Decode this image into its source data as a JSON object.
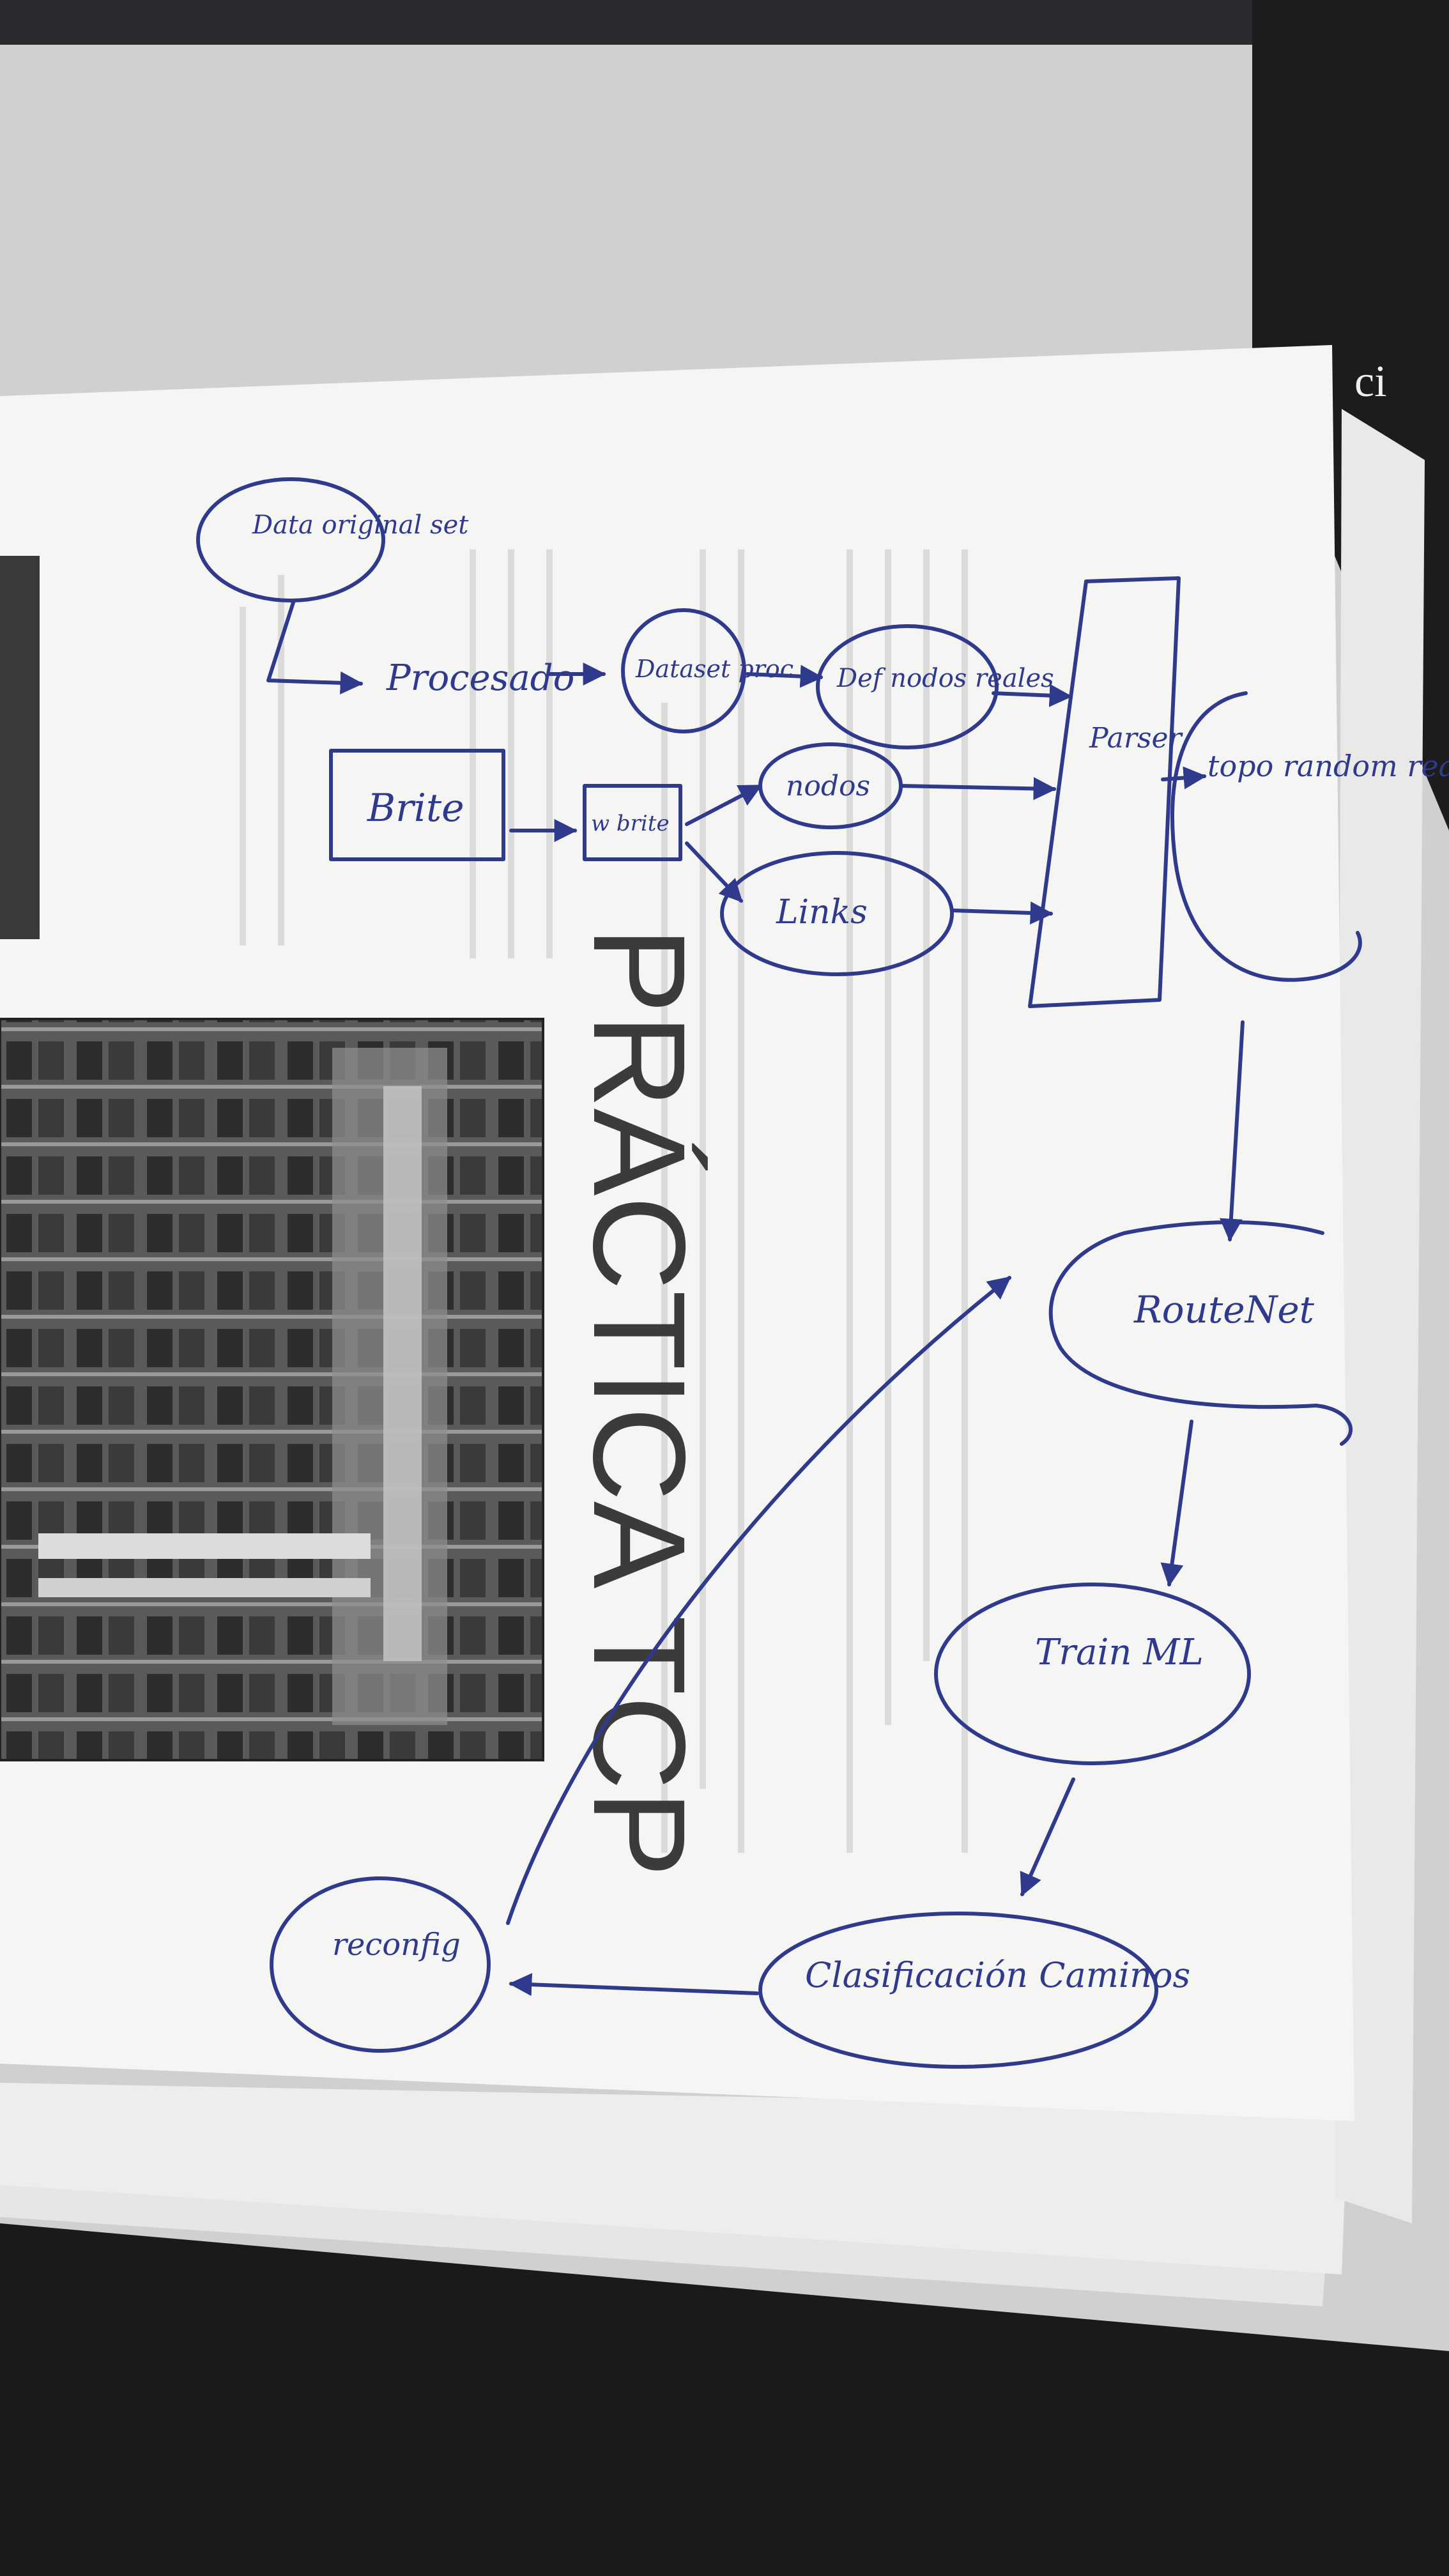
{
  "page": {
    "title": "PRÁCTICA TCP",
    "edge_text": "ci"
  },
  "diagram": {
    "data_original_set": "Data original set",
    "procesado": "Procesado",
    "dataset_proc": "Dataset proc",
    "def_nodos_reales": "Def nodos reales",
    "brite": "Brite",
    "wbrite": "w brite",
    "nodos": "nodos",
    "links": "Links",
    "parser": "Parser",
    "topo_random_real": "topo random real",
    "routenet": "RouteNet",
    "train_ml": "Train ML",
    "clasificacion_caminos": "Clasificación Caminos",
    "reconfig": "reconfig"
  },
  "colors": {
    "ink": "#2f3a8c",
    "paper": "#f5f5f3",
    "desk": "#cfd0cf",
    "title_text": "#3b3b3b"
  }
}
